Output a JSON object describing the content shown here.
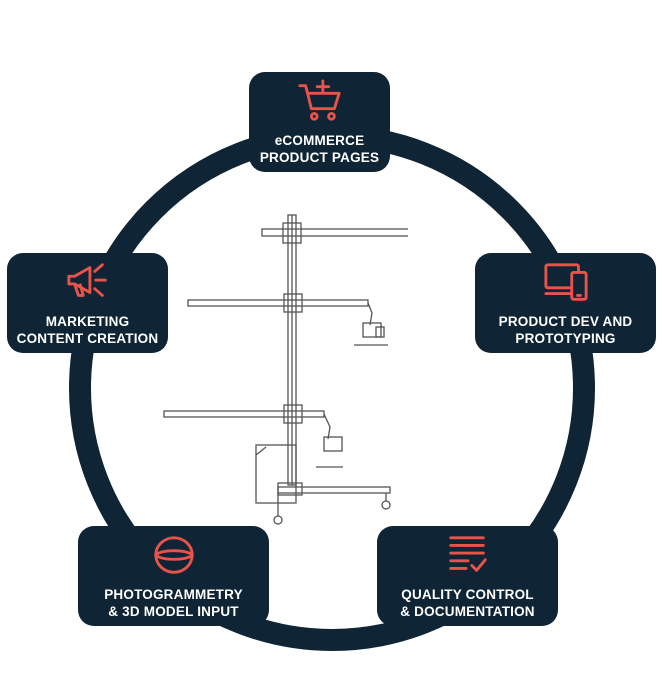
{
  "colors": {
    "ring": "#0f2535",
    "card_bg": "#0f2535",
    "icon_accent": "#e9534a",
    "label_text": "#ffffff",
    "sketch_line": "#555555"
  },
  "nodes": {
    "ecommerce": {
      "icon": "cart-plus-icon",
      "line1": "eCOMMERCE",
      "line2": "PRODUCT PAGES"
    },
    "marketing": {
      "icon": "megaphone-icon",
      "line1": "MARKETING",
      "line2": "CONTENT CREATION"
    },
    "product_dev": {
      "icon": "devices-icon",
      "line1": "PRODUCT DEV AND",
      "line2": "PROTOTYPING"
    },
    "photogrammetry": {
      "icon": "sphere-scan-icon",
      "line1": "PHOTOGRAMMETRY",
      "line2": "& 3D MODEL INPUT"
    },
    "quality": {
      "icon": "checklist-icon",
      "line1": "QUALITY CONTROL",
      "line2": "& DOCUMENTATION"
    }
  },
  "center_image": {
    "icon": "camera-stand-illustration"
  }
}
